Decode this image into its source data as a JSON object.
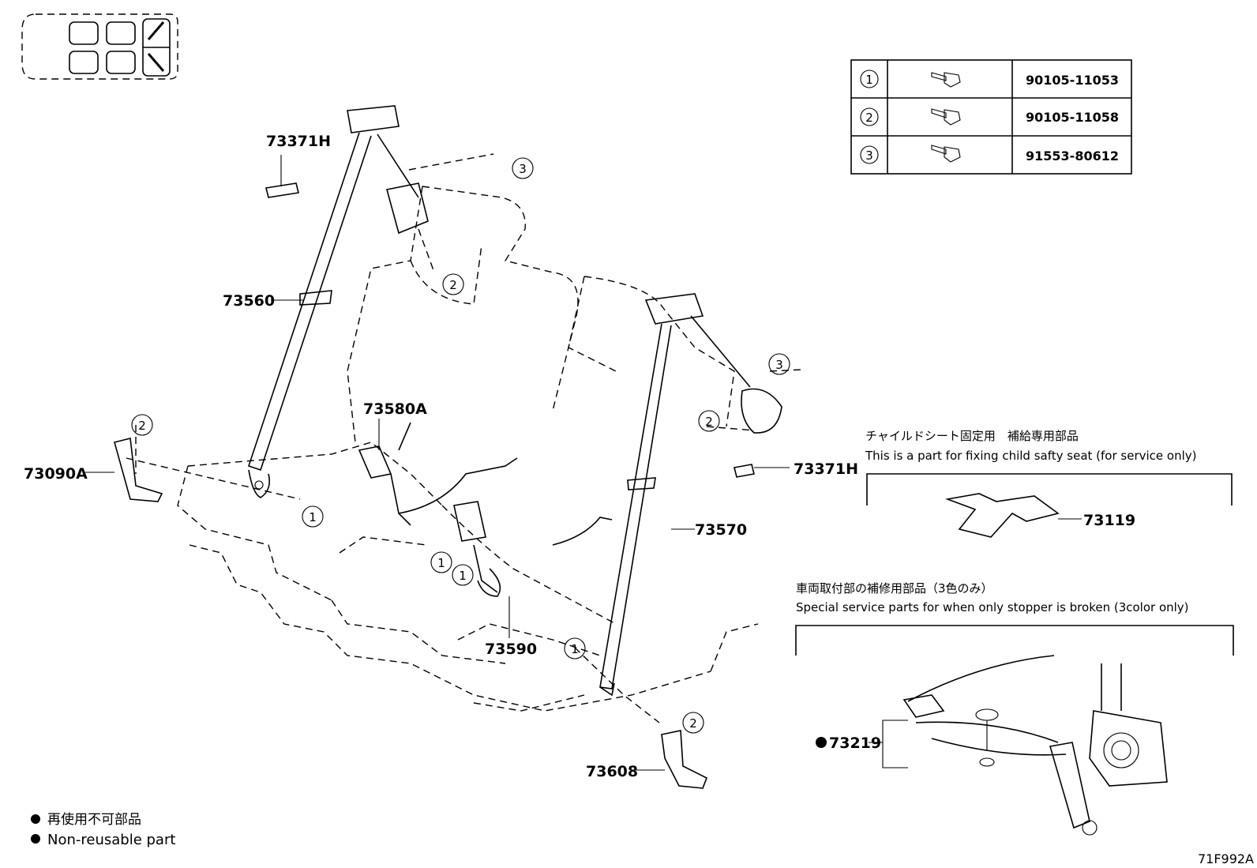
{
  "diagram_id": "71F992A",
  "bolt_table": [
    {
      "ref": "1",
      "part_no": "90105-11053"
    },
    {
      "ref": "2",
      "part_no": "90105-11058"
    },
    {
      "ref": "3",
      "part_no": "91553-80612"
    }
  ],
  "parts": {
    "p73371h_a": "73371H",
    "p73560": "73560",
    "p73090a": "73090A",
    "p73580a": "73580A",
    "p73590": "73590",
    "p73570": "73570",
    "p73371h_b": "73371H",
    "p73119": "73119",
    "p73608": "73608",
    "p73219": "73219"
  },
  "callouts": {
    "c3a": "3",
    "c2a": "2",
    "c3b": "3",
    "c2b": "2",
    "c2c": "2",
    "c1a": "1",
    "c1b": "1",
    "c1c": "1",
    "c1d": "1",
    "c2d": "2"
  },
  "notes": {
    "child_seat_jp": "チャイルドシート固定用　補給専用部品",
    "child_seat_en": "This is a part for fixing child safty seat (for service only)",
    "stopper_jp": "車両取付部の補修用部品（3色のみ）",
    "stopper_en": "Special service parts for when only stopper is broken (3color only)"
  },
  "legend": {
    "jp": "再使用不可部品",
    "en": "Non-reusable part"
  }
}
